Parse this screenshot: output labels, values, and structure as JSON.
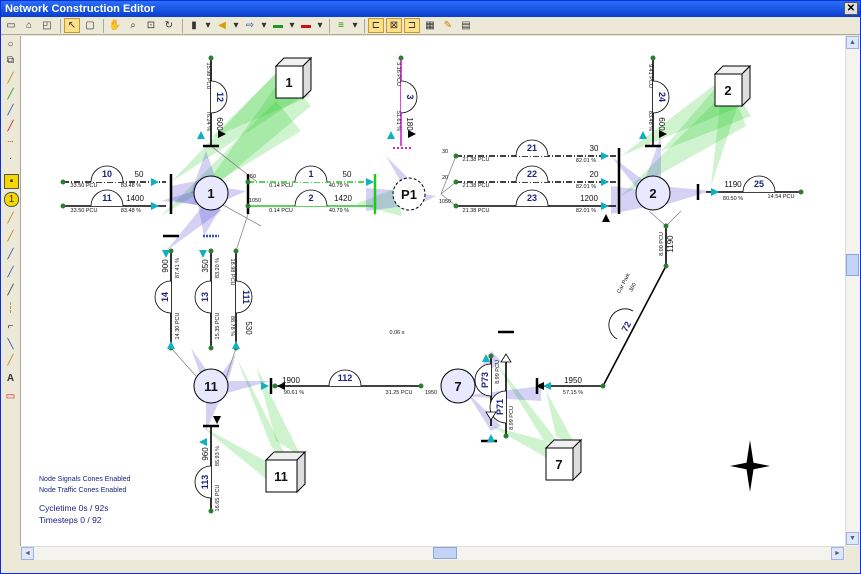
{
  "window": {
    "title": "Network Construction Editor",
    "close_glyph": "✕"
  },
  "toolbar": {
    "icons": [
      "new-file-icon",
      "open-file-icon",
      "save-file-icon",
      "pointer-icon",
      "rect-select-icon",
      "hand-pan-icon",
      "zoom-icon",
      "zoom-window-icon",
      "refresh-icon",
      "traffic-signal-icon",
      "signal-arrow-icon",
      "flow-icon",
      "link-green-icon",
      "link-red-icon",
      "lane-icon",
      "layout-a-icon",
      "layout-b-icon",
      "layout-c-icon",
      "grid-icon",
      "magic-icon",
      "report-icon"
    ],
    "active": [
      "pointer-icon",
      "layout-a-icon",
      "layout-b-icon",
      "layout-c-icon"
    ]
  },
  "lefttools": {
    "icons": [
      "node-circle-icon",
      "node-multi-icon",
      "draw-link-icon",
      "green-pen-icon",
      "blue-pen-icon",
      "red-pen-icon",
      "dashed-pen-icon",
      "dot-link-icon",
      "signal-node-icon",
      "priority-node-icon",
      "link-a-icon",
      "link-b-icon",
      "link-c-icon",
      "link-d-icon",
      "link-e-icon",
      "link-f-icon",
      "link-g-icon",
      "link-h-icon",
      "link-i-icon",
      "text-icon",
      "label-icon"
    ]
  },
  "canvas": {
    "colors": {
      "signal_cone": "#3a2fd0",
      "traffic_cone": "#22c822",
      "node": "#2e7d32",
      "text": "#111111",
      "label_blue": "#1a237e"
    },
    "nodes": [
      {
        "id": "1",
        "label": "1"
      },
      {
        "id": "2",
        "label": "2"
      },
      {
        "id": "P1",
        "label": "P1"
      },
      {
        "id": "7",
        "label": "7"
      },
      {
        "id": "11",
        "label": "11"
      }
    ],
    "boxes": [
      {
        "label": "1"
      },
      {
        "label": "2"
      },
      {
        "label": "7"
      },
      {
        "label": "11"
      }
    ],
    "links": {
      "l10": {
        "num": "10",
        "flow": "50",
        "pcu": "33.50 PCU",
        "sat": "83.48 %"
      },
      "l11": {
        "num": "11",
        "flow": "1400",
        "pcu": "33.50 PCU",
        "sat": "83.48 %"
      },
      "l1": {
        "num": "1",
        "flow": "50",
        "pcu": "0.14 PCU",
        "sat": "40.79 %",
        "end": "50"
      },
      "l2": {
        "num": "2",
        "flow": "1420",
        "pcu": "0.14 PCU",
        "sat": "40.79 %",
        "end": "1050"
      },
      "l21": {
        "num": "21",
        "flow": "30",
        "pcu": "21.38 PCU",
        "sat": "82.01 %",
        "start": "30"
      },
      "l22": {
        "num": "22",
        "flow": "20",
        "pcu": "21.38 PCU",
        "sat": "82.01 %",
        "start": "20"
      },
      "l23": {
        "num": "23",
        "flow": "1200",
        "pcu": "21.38 PCU",
        "sat": "82.01 %",
        "start": "1050"
      },
      "l25": {
        "num": "25",
        "flow": "1190",
        "pcu": "14.54 PCU",
        "sat": "80.50 %"
      },
      "l3": {
        "num": "3",
        "flow": "180",
        "pcu": "3.16 PCU",
        "sat": "51.61 %"
      },
      "l12": {
        "num": "12",
        "flow": "600",
        "pcu": "15.98 PCU",
        "sat": "76.24 %"
      },
      "l24": {
        "num": "24",
        "flow": "600",
        "pcu": "9.41 PCU",
        "sat": "83.48 %"
      },
      "l14": {
        "num": "14",
        "flow": "900",
        "pcu": "14.30 PCU",
        "sat": "87.41 %"
      },
      "l13": {
        "num": "13",
        "flow": "350",
        "pcu": "15.35 PCU",
        "sat": "83.20 %"
      },
      "l111": {
        "num": "111",
        "flow": "530",
        "pcu": "18.98 PCU",
        "sat": "88.78 %"
      },
      "l112": {
        "num": "112",
        "flow": "1900",
        "pcu": "31.25 PCU",
        "sat": "90.61 %",
        "end": "1950"
      },
      "l113": {
        "num": "113",
        "flow": "960",
        "pcu": "16.65 PCU",
        "sat": "85.93 %"
      },
      "l72": {
        "num": "72",
        "flow": "1950",
        "pcu": "Car Park",
        "sat": "57.15 %",
        "extra": "360"
      },
      "lP73": {
        "num": "P73",
        "pcu": "8.99 PCU"
      },
      "lP71": {
        "num": "P71",
        "pcu": "8.99 PCU"
      },
      "l2down": {
        "text": "8.00 PCU",
        "flow": "1190"
      },
      "center_small": "0.06 s"
    }
  },
  "overlay": {
    "line1": "Node Signals Cones Enabled",
    "line2": "Node Traffic Cones Enabled",
    "cycletime": "Cycletime 0s / 92s",
    "timesteps": "Timesteps 0 / 92"
  },
  "scroll": {
    "up": "▲",
    "down": "▼",
    "left": "◄",
    "right": "►"
  }
}
